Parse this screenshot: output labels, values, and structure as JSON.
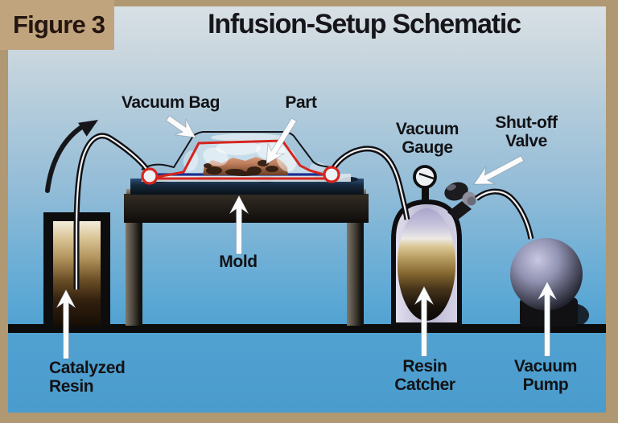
{
  "figure": {
    "label": "Figure 3"
  },
  "header": {
    "title": "Infusion-Setup Schematic"
  },
  "labels": {
    "vacuum_bag": "Vacuum Bag",
    "part": "Part",
    "vacuum_gauge": "Vacuum\nGauge",
    "shutoff_valve": "Shut-off\nValve",
    "mold": "Mold",
    "catalyzed_resin": "Catalyzed\nResin",
    "resin_catcher": "Resin\nCatcher",
    "vacuum_pump": "Vacuum\nPump"
  },
  "colors": {
    "frame_tan": "#b09872",
    "figure_box_tan": "#c0a47d",
    "figure_text": "#241510",
    "background_top": "#d8e0e5",
    "background_bottom": "#4a9ccd",
    "ground_black": "#0c0c0c",
    "seal_red": "#d5261e",
    "flow_line_blue": "#1c2e8e",
    "tube_white": "#f2f2f2",
    "resin_brown": "#6e5128",
    "pointer_white": "#fcfcfc"
  }
}
